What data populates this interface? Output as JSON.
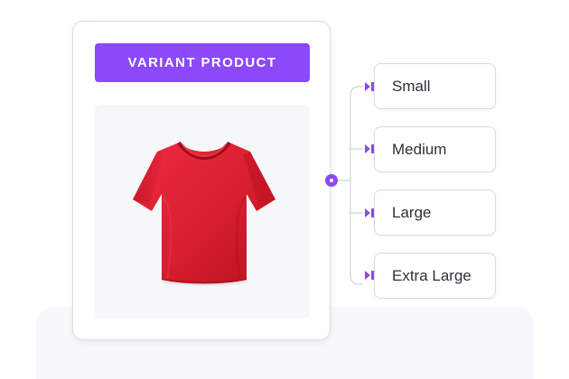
{
  "colors": {
    "accent": "#8b49f7",
    "shirt": "#d81e2f",
    "line": "#d6dbe3"
  },
  "product": {
    "button_label": "VARIANT PRODUCT",
    "image_icon": "t-shirt-icon"
  },
  "variants": [
    {
      "label": "Small",
      "icon": "connector-arrow-icon"
    },
    {
      "label": "Medium",
      "icon": "connector-arrow-icon"
    },
    {
      "label": "Large",
      "icon": "connector-arrow-icon"
    },
    {
      "label": "Extra Large",
      "icon": "connector-arrow-icon"
    }
  ]
}
